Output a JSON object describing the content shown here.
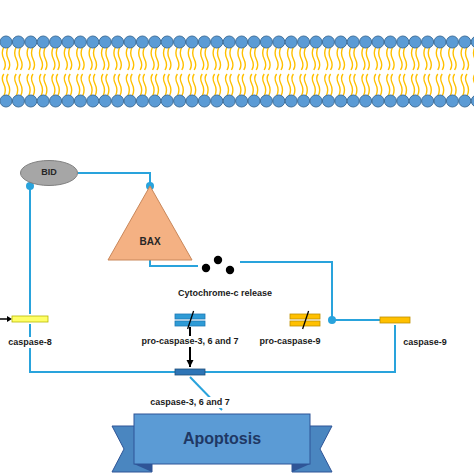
{
  "diagram": {
    "nodes": [
      {
        "text": [
          "BID"
        ]
      },
      {
        "text": [
          "BAX"
        ]
      },
      {
        "text": [
          "Cytochrome-c release"
        ]
      },
      {
        "text": [
          "caspase-8"
        ]
      },
      {
        "text": [
          "pro-caspase-3, 6 and 7"
        ]
      },
      {
        "text": [
          "pro-caspase-9"
        ]
      },
      {
        "text": [
          "caspase-9"
        ]
      },
      {
        "text": [
          "caspase-3, 6 and 7"
        ]
      },
      {
        "text": [
          "Apoptosis"
        ]
      }
    ],
    "edges": [
      {
        "from": 3,
        "to": 0,
        "arrow": "to"
      },
      {
        "from": 0,
        "to": 1,
        "arrow": "to"
      },
      {
        "from": 1,
        "to": 2,
        "arrow": "none"
      },
      {
        "from": 2,
        "to": 5,
        "arrow": "to"
      },
      {
        "from": 5,
        "to": 6,
        "arrow": "none"
      },
      {
        "from": 3,
        "to": 7,
        "arrow": "none"
      },
      {
        "from": 6,
        "to": 7,
        "arrow": "none"
      },
      {
        "from": 4,
        "to": 7,
        "arrow": "to"
      },
      {
        "from": 7,
        "to": 8,
        "arrow": "none"
      }
    ]
  }
}
